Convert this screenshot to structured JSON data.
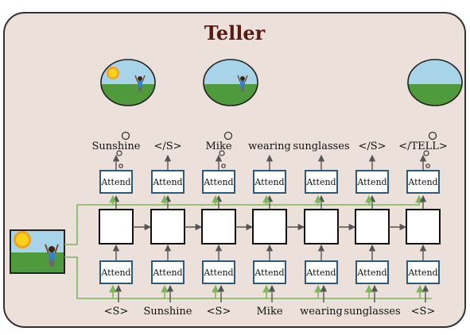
{
  "title": "Teller",
  "attend_label": "Attend",
  "output_words": [
    "Sunshine",
    "</S>",
    "Mike",
    "wearing",
    "sunglasses",
    "</S>",
    "</TELL>"
  ],
  "input_words": [
    "<S>",
    "Sunshine",
    "<S>",
    "Mike",
    "wearing",
    "sunglasses",
    "<S>"
  ],
  "scene_thoughts": [
    {
      "after_word": "Sunshine",
      "has_sun": true,
      "has_kid": true
    },
    {
      "after_word": "Mike",
      "has_sun": false,
      "has_kid": true
    },
    {
      "after_word": "</TELL>",
      "has_sun": false,
      "has_kid": false
    }
  ],
  "colors": {
    "panel_bg": "#ebe0da",
    "panel_border": "#333333",
    "title": "#5a1a14",
    "attend_border": "#2b5a7a",
    "image_link_line": "#7ab85a",
    "arrow": "#555555",
    "sky": "#a8d4ea",
    "grass": "#4f9a3c"
  }
}
